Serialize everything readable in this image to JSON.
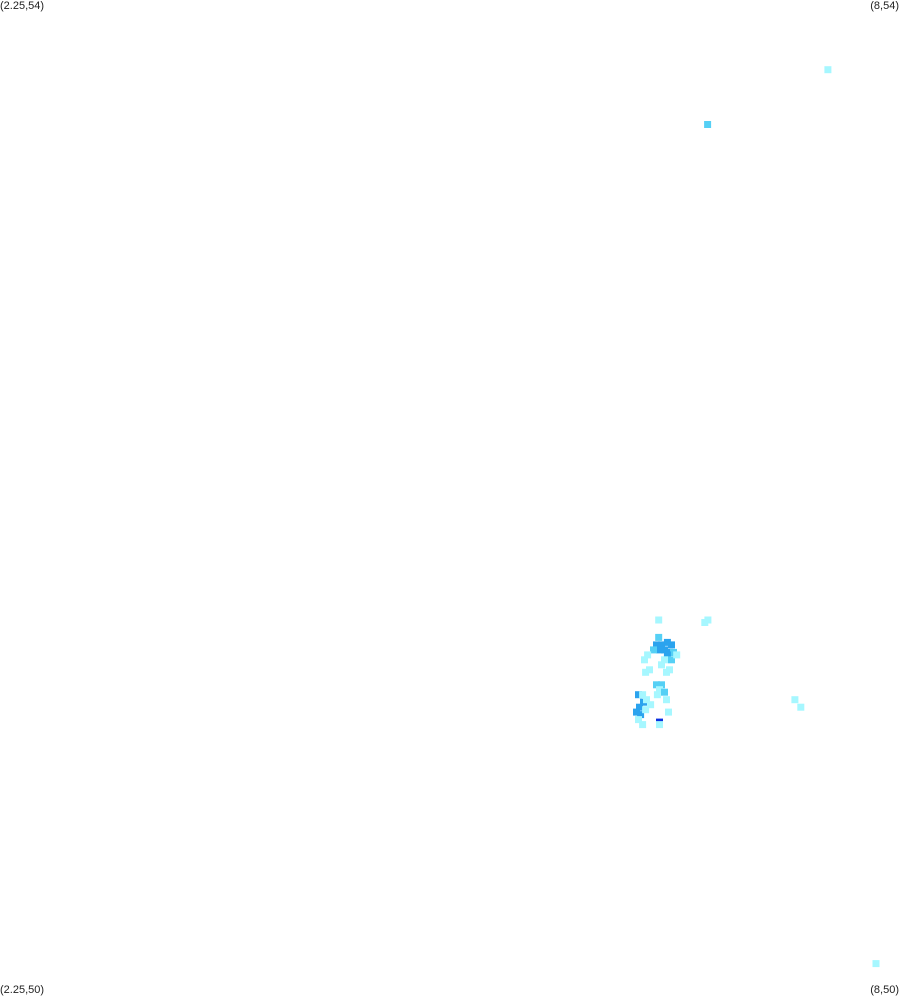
{
  "map": {
    "corner_labels": {
      "top_left": "(2.25,54)",
      "top_right": "(8,54)",
      "bottom_left": "(2.25,50)",
      "bottom_right": "(8,50)"
    },
    "extent": {
      "lon_min": 2.25,
      "lon_max": 8,
      "lat_min": 50,
      "lat_max": 54
    },
    "colors": {
      "background": "#ffffff",
      "light": "#a6f7ff",
      "medium": "#55d0f5",
      "strong": "#2ba3ee",
      "darkest": "#0a2fe0"
    },
    "cells": [
      {
        "lon": 7.545,
        "lat": 53.72,
        "level": "light"
      },
      {
        "lon": 6.776,
        "lat": 53.5,
        "level": "medium"
      },
      {
        "lon": 6.463,
        "lat": 51.51,
        "level": "light"
      },
      {
        "lon": 6.778,
        "lat": 51.51,
        "level": "light"
      },
      {
        "lon": 6.758,
        "lat": 51.5,
        "level": "light"
      },
      {
        "lon": 6.463,
        "lat": 51.44,
        "level": "medium"
      },
      {
        "lon": 6.449,
        "lat": 51.41,
        "level": "strong"
      },
      {
        "lon": 6.481,
        "lat": 51.41,
        "level": "strong"
      },
      {
        "lon": 6.519,
        "lat": 51.42,
        "level": "strong"
      },
      {
        "lon": 6.545,
        "lat": 51.41,
        "level": "strong"
      },
      {
        "lon": 6.468,
        "lat": 51.39,
        "level": "strong"
      },
      {
        "lon": 6.5,
        "lat": 51.39,
        "level": "strong"
      },
      {
        "lon": 6.532,
        "lat": 51.38,
        "level": "strong"
      },
      {
        "lon": 6.558,
        "lat": 51.38,
        "level": "medium"
      },
      {
        "lon": 6.519,
        "lat": 51.37,
        "level": "strong"
      },
      {
        "lon": 6.545,
        "lat": 51.35,
        "level": "medium"
      },
      {
        "lon": 6.578,
        "lat": 51.37,
        "level": "light"
      },
      {
        "lon": 6.43,
        "lat": 51.39,
        "level": "medium"
      },
      {
        "lon": 6.392,
        "lat": 51.37,
        "level": "light"
      },
      {
        "lon": 6.372,
        "lat": 51.35,
        "level": "light"
      },
      {
        "lon": 6.5,
        "lat": 51.35,
        "level": "light"
      },
      {
        "lon": 6.481,
        "lat": 51.33,
        "level": "light"
      },
      {
        "lon": 6.404,
        "lat": 51.31,
        "level": "light"
      },
      {
        "lon": 6.379,
        "lat": 51.3,
        "level": "light"
      },
      {
        "lon": 6.532,
        "lat": 51.31,
        "level": "light"
      },
      {
        "lon": 6.513,
        "lat": 51.3,
        "level": "light"
      },
      {
        "lon": 6.449,
        "lat": 51.25,
        "level": "medium"
      },
      {
        "lon": 6.481,
        "lat": 51.25,
        "level": "medium"
      },
      {
        "lon": 6.468,
        "lat": 51.23,
        "level": "light"
      },
      {
        "lon": 6.5,
        "lat": 51.22,
        "level": "medium"
      },
      {
        "lon": 6.455,
        "lat": 51.21,
        "level": "light"
      },
      {
        "lon": 6.513,
        "lat": 51.19,
        "level": "light"
      },
      {
        "lon": 6.334,
        "lat": 51.21,
        "level": "strong"
      },
      {
        "lon": 6.36,
        "lat": 51.21,
        "level": "light"
      },
      {
        "lon": 6.366,
        "lat": 51.18,
        "level": "strong"
      },
      {
        "lon": 6.385,
        "lat": 51.19,
        "level": "light"
      },
      {
        "lon": 6.34,
        "lat": 51.16,
        "level": "strong"
      },
      {
        "lon": 6.321,
        "lat": 51.14,
        "level": "strong"
      },
      {
        "lon": 6.347,
        "lat": 51.13,
        "level": "strong"
      },
      {
        "lon": 6.379,
        "lat": 51.15,
        "level": "light"
      },
      {
        "lon": 6.411,
        "lat": 51.17,
        "level": "light"
      },
      {
        "lon": 6.334,
        "lat": 51.11,
        "level": "light"
      },
      {
        "lon": 6.36,
        "lat": 51.09,
        "level": "light"
      },
      {
        "lon": 6.526,
        "lat": 51.14,
        "level": "light"
      },
      {
        "lon": 6.468,
        "lat": 51.1,
        "level": "darkest"
      },
      {
        "lon": 6.468,
        "lat": 51.09,
        "level": "light"
      },
      {
        "lon": 7.334,
        "lat": 51.19,
        "level": "light"
      },
      {
        "lon": 7.372,
        "lat": 51.16,
        "level": "light"
      },
      {
        "lon": 7.853,
        "lat": 50.13,
        "level": "light"
      }
    ]
  }
}
